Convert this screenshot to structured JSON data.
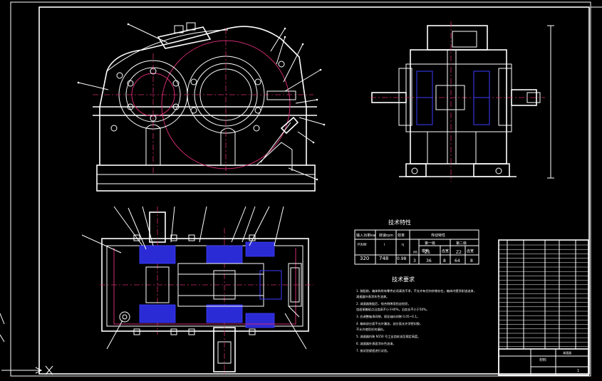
{
  "tech_char": {
    "title": "技术特性",
    "headers": [
      "输入功率kw",
      "转速rpm",
      "效率",
      "传动特性"
    ],
    "row1": [
      "P/kW",
      "i",
      "η",
      "第一级",
      "第二级"
    ],
    "sub_headers": [
      "模数",
      "齿数",
      "齿宽",
      "齿数",
      "齿宽"
    ],
    "row2": [
      "320",
      "748",
      "0.98",
      "m",
      "Z1",
      "b",
      "Z2",
      "b"
    ],
    "row3": [
      "",
      "",
      "",
      "3",
      "36",
      "8",
      "64",
      "8"
    ]
  },
  "tech_req": {
    "title": "技术要求",
    "items": [
      "1. 装配前，箱体和所有零件必须清洗干净，不允许有任何杂物存在，箱体内壁涂耐油油漆，",
      "   减速器外表涂灰色油漆。",
      "2. 减速器装配后，啮合侧隙用铅丝检验，",
      "   齿面接触斑点沿齿高不小于40%，沿齿长不小于50%。",
      "3. 应调整轴承间隙，保证轴向间隙 0.05~0.1。",
      "4. 箱体剖分面不允许漏油，剖分面允许涂密封胶，",
      "   不允许使用任何填料。",
      "5. 减速器内装 N150 号工业齿轮油至规定高度。",
      "6. 减速器外表面涂灰色油漆。",
      "7. 按试验规程进行试验。"
    ]
  },
  "title_block": {
    "name": "减速器",
    "label": "材料",
    "sheet": "1"
  }
}
